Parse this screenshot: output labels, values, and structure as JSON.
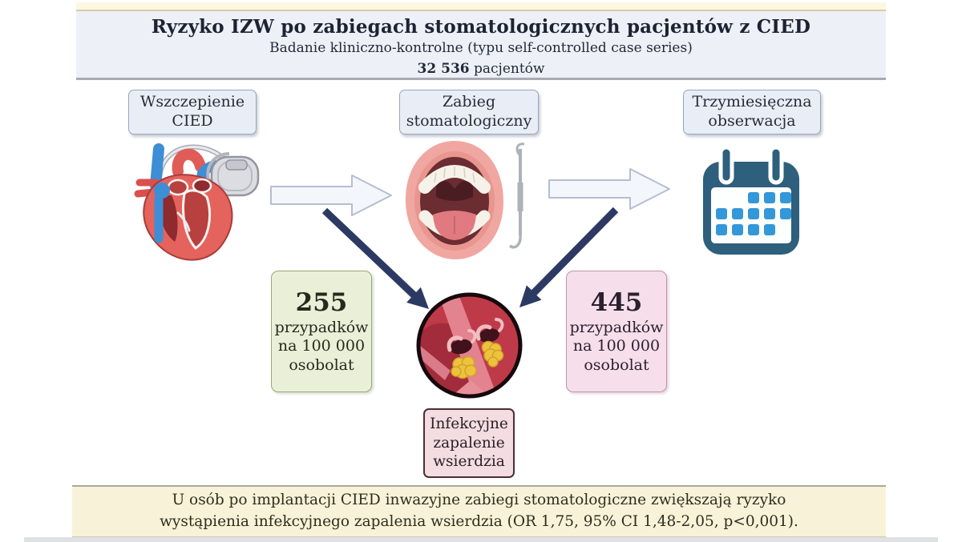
{
  "header": {
    "title": "Ryzyko IZW po zabiegach stomatologicznych pacjentów z CIED",
    "subtitle": "Badanie kliniczno-kontrolne (typu self-controlled case series)",
    "patients_value": "32 536",
    "patients_label": " pacjentów"
  },
  "steps": [
    {
      "label": "Wszczepienie\nCIED",
      "icon": "heart-pacemaker-icon"
    },
    {
      "label": "Zabieg\nstomatologiczny",
      "icon": "open-mouth-dental-probe-icon"
    },
    {
      "label": "Trzymiesięczna\nobserwacja",
      "icon": "calendar-icon"
    }
  ],
  "rate_boxes": [
    {
      "value": "255",
      "unit": "przypadków\nna 100 000\nosobolat",
      "bg": "#eaf0d8",
      "border": "#9aa878"
    },
    {
      "value": "445",
      "unit": "przypadków\nna 100 000\nosobolat",
      "bg": "#f6deea",
      "border": "#c295ad"
    }
  ],
  "outcome": {
    "label": "Infekcyjne\nzapalenie\nwsierdzia",
    "icon": "endocarditis-illustration"
  },
  "conclusion": {
    "text": "U osób po implantacji CIED inwazyjne zabiegi stomatologiczne zwiększają ryzyko\nwystąpienia infekcyjnego zapalenia wsierdzia (OR 1,75, 95% CI 1,48-2,05, p<0,001)."
  },
  "colors": {
    "header_bg": "#edf1f7",
    "step_box_bg": "#e9eef6",
    "navy_arrow": "#2c3a63",
    "block_arrow_fill": "#f3f7fc",
    "calendar_frame": "#2e5f7d",
    "calendar_squares": "#3498d8",
    "conclusion_bg": "#f8f3d8",
    "green_box_bg": "#eaf0d8",
    "pink_box_bg": "#f6deea",
    "outcome_box_bg": "#f3dde3"
  }
}
